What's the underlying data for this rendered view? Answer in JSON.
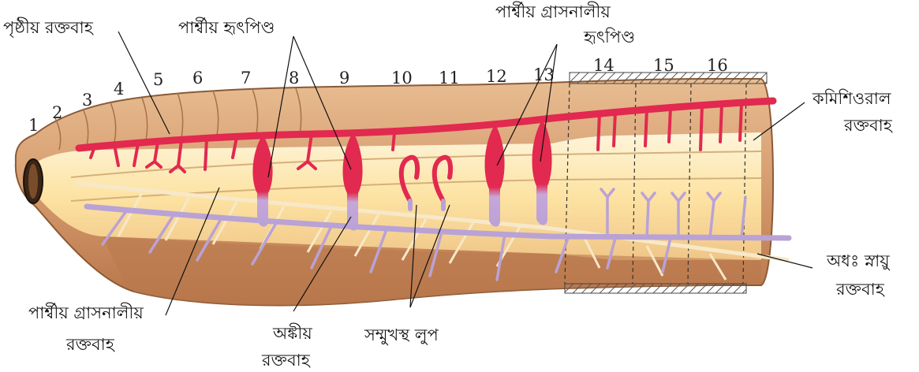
{
  "segment_numbers": [
    "1",
    "2",
    "3",
    "4",
    "5",
    "6",
    "7",
    "8",
    "9",
    "10",
    "11",
    "12",
    "13",
    "14",
    "15",
    "16"
  ],
  "labels": {
    "dorsal_vessel": "পৃষ্ঠীয় রক্তবাহ",
    "lateral_hearts": "পার্শ্বীয় হৃৎপিণ্ড",
    "lateral_esophageal_hearts_line1": "পার্শ্বীয় গ্রাসনালীয়",
    "lateral_esophageal_hearts_line2": "হৃৎপিণ্ড",
    "commissural_line1": "কমিশিওরাল",
    "commissural_line2": "রক্তবাহ",
    "subneural_line1": "অধঃ স্নায়ু",
    "subneural_line2": "রক্তবাহ",
    "lateral_esophageal_vessel_line1": "পার্শ্বীয় গ্রাসনালীয়",
    "lateral_esophageal_vessel_line2": "রক্তবাহ",
    "ventral_line1": "অঙ্কীয়",
    "ventral_line2": "রক্তবাহ",
    "anterior_loops": "সম্মুখস্থ লুপ"
  },
  "colors": {
    "body_wall": "#d9a77c",
    "inner_cavity": "#fff2c8",
    "dorsal_vessel": "#e2294f",
    "ventral_vessel": "#b9a2d6",
    "nerve": "#f4e6c6",
    "hatch": "#555555"
  }
}
